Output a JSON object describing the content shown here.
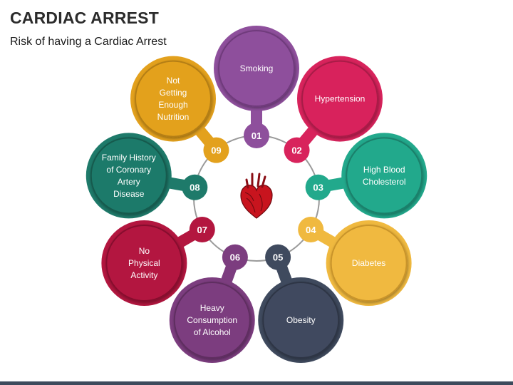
{
  "header": {
    "title": "CARDIAC ARREST",
    "subtitle": "Risk of having a Cardiac Arrest"
  },
  "center_icon": "heart-icon",
  "colors": {
    "ring": "#9a9a9a",
    "heart": "#c8141e"
  },
  "factors": [
    {
      "num": "01",
      "lines": [
        "Smoking"
      ],
      "color": "#8e4f9c",
      "dark": "#6f3a7c"
    },
    {
      "num": "02",
      "lines": [
        "Hypertension"
      ],
      "color": "#d8235c",
      "dark": "#a81a47"
    },
    {
      "num": "03",
      "lines": [
        "High Blood",
        "Cholesterol"
      ],
      "color": "#22a98c",
      "dark": "#1a7f6a"
    },
    {
      "num": "04",
      "lines": [
        "Diabetes"
      ],
      "color": "#f0b93f",
      "dark": "#c9942c"
    },
    {
      "num": "05",
      "lines": [
        "Obesity"
      ],
      "color": "#3f4a5e",
      "dark": "#2d3545"
    },
    {
      "num": "06",
      "lines": [
        "Heavy",
        "Consumption",
        "of Alcohol"
      ],
      "color": "#7c3d7f",
      "dark": "#5e2d60"
    },
    {
      "num": "07",
      "lines": [
        "No",
        "Physical",
        "Activity"
      ],
      "color": "#b3163f",
      "dark": "#870f2f"
    },
    {
      "num": "08",
      "lines": [
        "Family History",
        "of Coronary",
        "Artery",
        "Disease"
      ],
      "color": "#1e7a6a",
      "dark": "#145a4e"
    },
    {
      "num": "09",
      "lines": [
        "Not",
        "Getting",
        "Enough",
        "Nutrition"
      ],
      "color": "#e3a11d",
      "dark": "#b47e12"
    }
  ]
}
